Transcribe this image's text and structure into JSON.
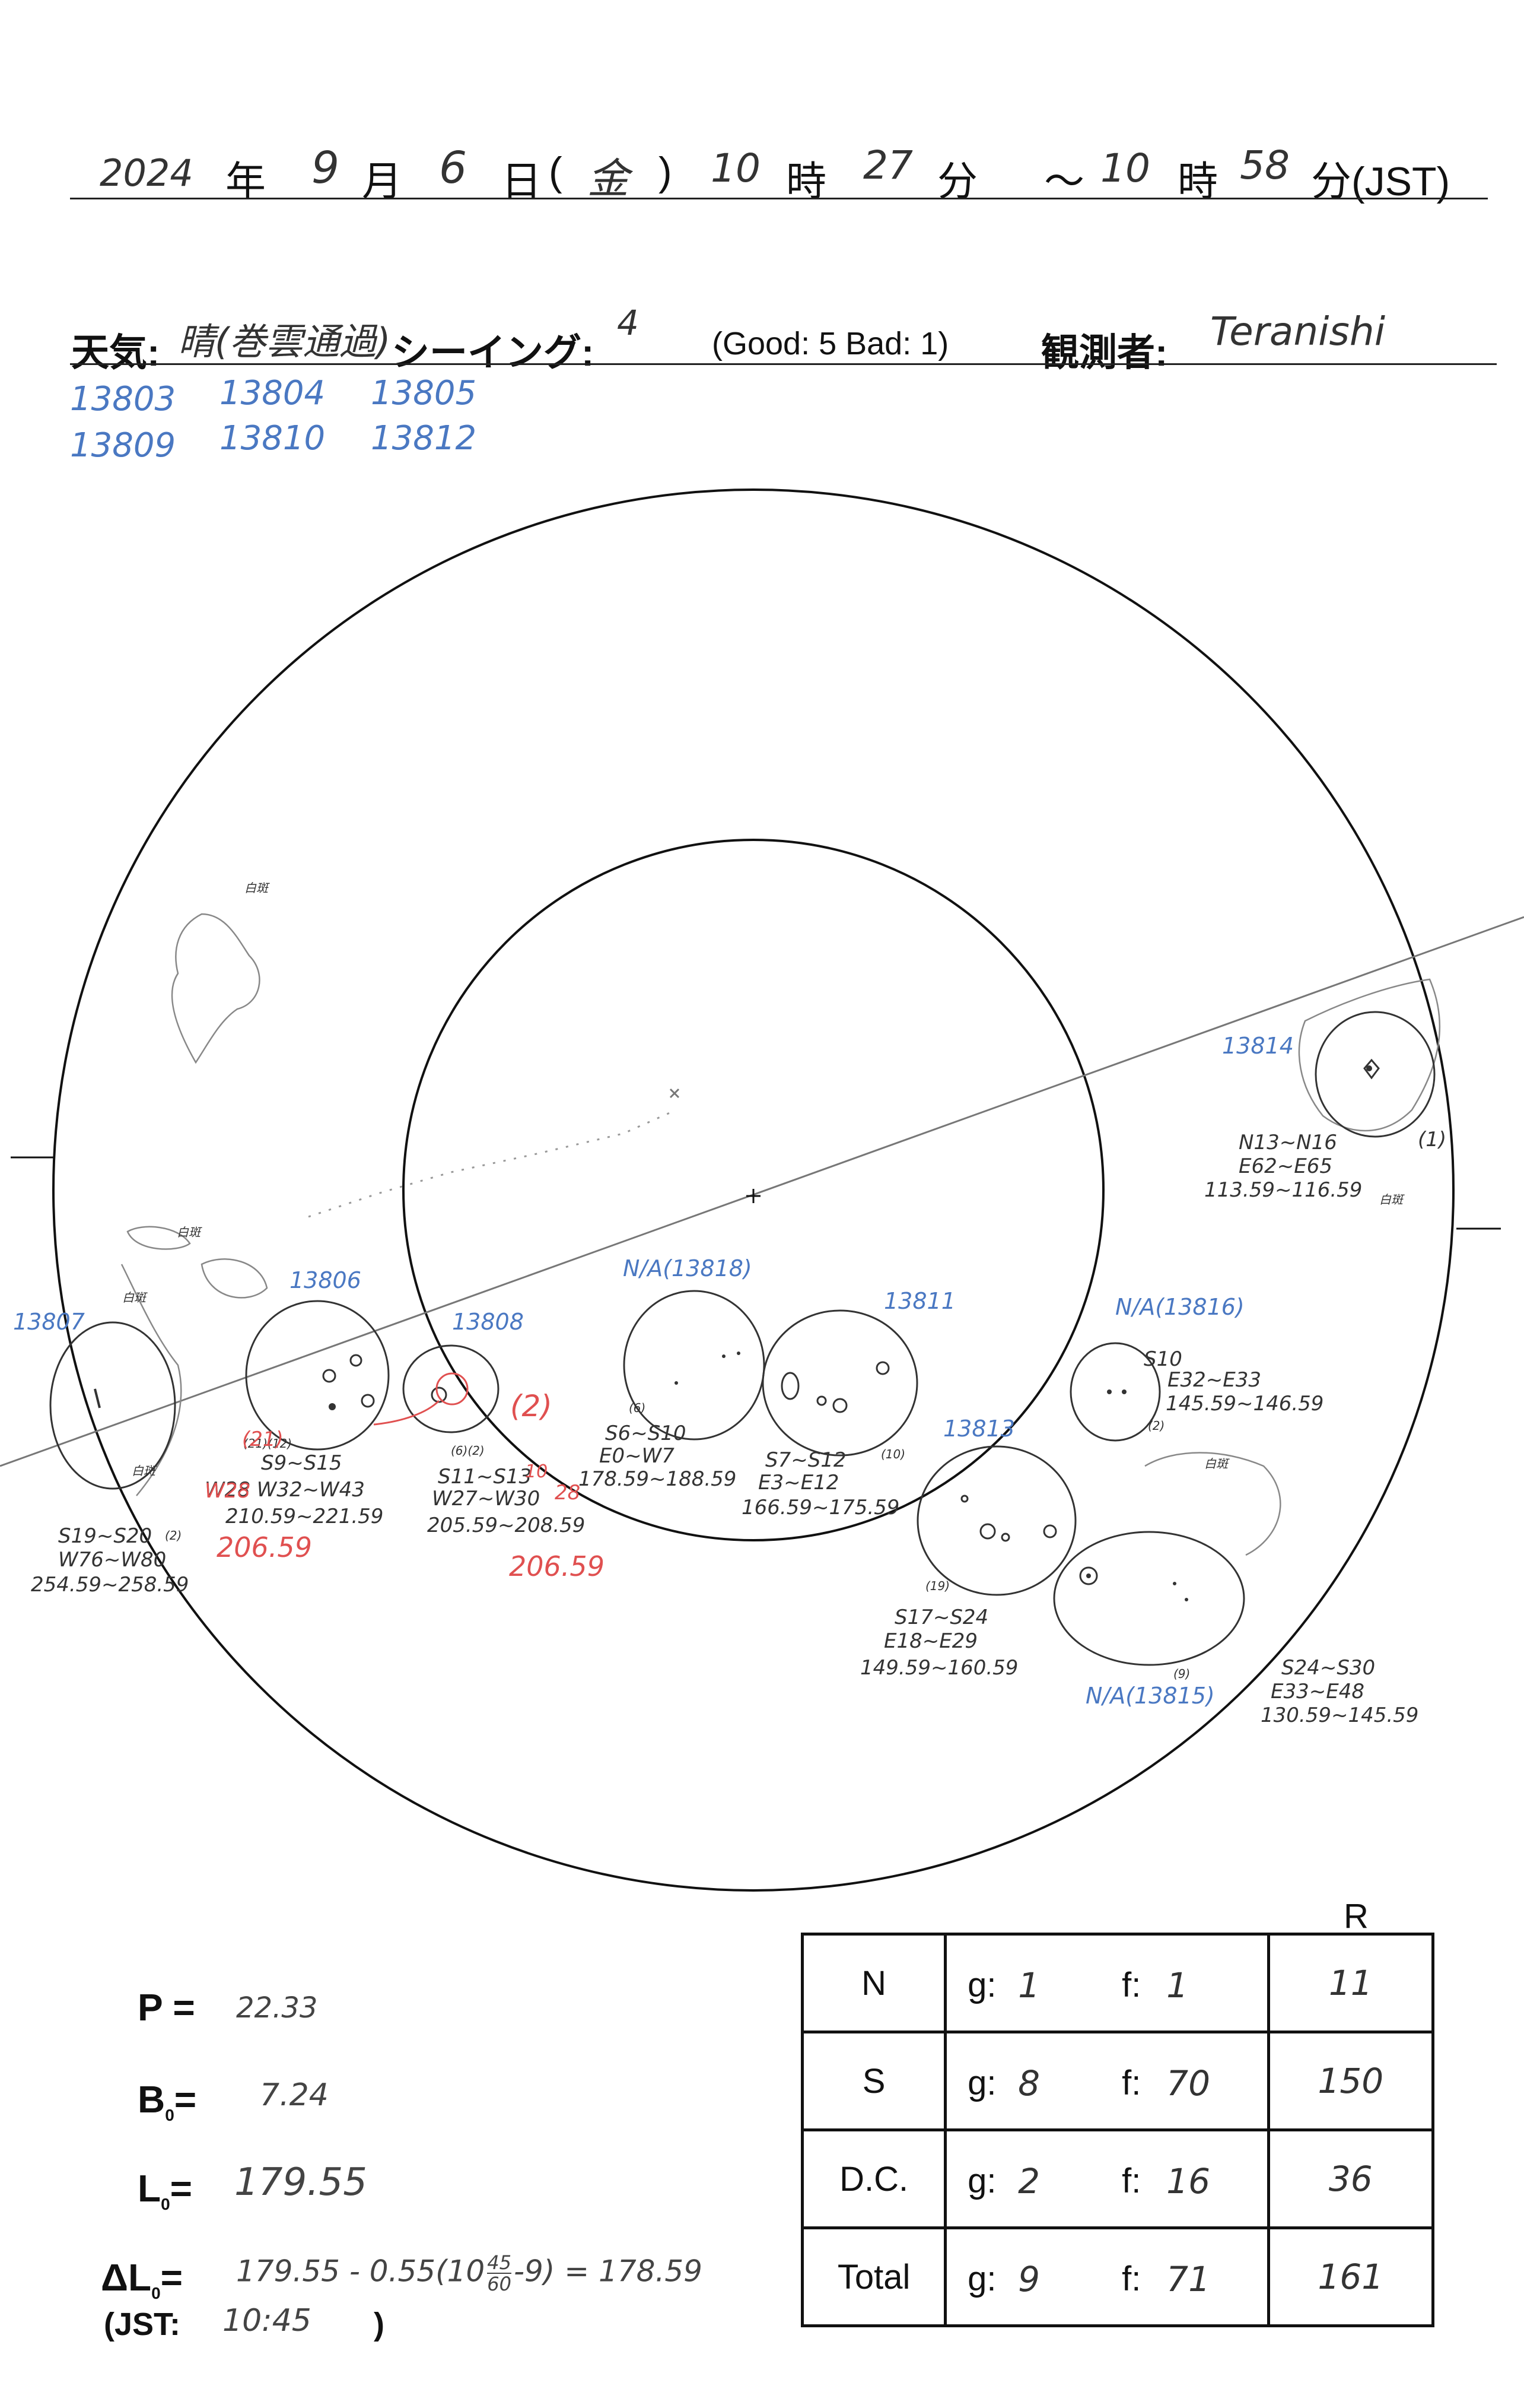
{
  "header": {
    "year": "2024",
    "year_unit": "年",
    "month": "9",
    "month_unit": "月",
    "day": "6",
    "day_unit": "日",
    "weekday_open": "(",
    "weekday": "金",
    "weekday_close": ")",
    "start_hour": "10",
    "hour_unit": "時",
    "start_min": "27",
    "min_unit": "分",
    "tilde": "～",
    "end_hour": "10",
    "hour_unit2": "時",
    "end_min": "58",
    "min_unit_tz": "分(JST)"
  },
  "weather_row": {
    "weather_label": "天気:",
    "weather_value": "晴(巻雲通過)",
    "seeing_label": "シーイング:",
    "seeing_value": "4",
    "seeing_scale": "(Good: 5  Bad: 1)",
    "observer_label": "観測者:",
    "observer_value": "Teranishi"
  },
  "region_list": [
    "13803",
    "13804",
    "13805",
    "13809",
    "13810",
    "13812"
  ],
  "faculae_label": "白斑",
  "regions": [
    {
      "id": "13814",
      "lat": "N13~N16",
      "lon": "E62~E65",
      "cml": "113.59~116.59",
      "count": "(1)"
    },
    {
      "id": "N/A(13816)",
      "lat": "S10",
      "lon": "E32~E33",
      "cml": "145.59~146.59",
      "count": "(2)"
    },
    {
      "id": "N/A(13818)",
      "lat": "S6~S10",
      "lon": "E0~W7",
      "cml": "178.59~188.59",
      "count": "(6)"
    },
    {
      "id": "13811",
      "lat": "S7~S12",
      "lon": "E3~E12",
      "cml": "166.59~175.59",
      "count": "(10)"
    },
    {
      "id": "13813",
      "lat": "S17~S24",
      "lon": "E18~E29",
      "cml": "149.59~160.59",
      "count": "(19)"
    },
    {
      "id": "N/A(13815)",
      "lat": "S24~S30",
      "lon": "E33~E48",
      "cml": "130.59~145.59",
      "count": "(9)"
    },
    {
      "id": "13806",
      "lat": "S9~S15",
      "lon_struck": "W32",
      "lon": "W28 W32~W43",
      "cml_struck": "210.59",
      "cml": "210.59~221.59",
      "count": "(21)(12)"
    },
    {
      "id": "13808",
      "lat": "S11~S13",
      "lon": "W27~W30",
      "cml": "205.59~208.59",
      "count": "(6)(2)"
    },
    {
      "id": "13807",
      "lat": "S19~S20",
      "lon": "W76~W80",
      "cml": "254.59~258.59",
      "count": "(2)"
    }
  ],
  "red_notes": {
    "r1": "(21)",
    "r2": "W28",
    "r3": "206.59",
    "r4": "(2)",
    "r5": "28",
    "r6": "206.59",
    "r7": "10"
  },
  "params": {
    "p_label": "P =",
    "p_value": "22.33",
    "b0_label": "B",
    "b0_sub": "0",
    "b0_eq": "=",
    "b0_value": "7.24",
    "l0_label": "L",
    "l0_sub": "0",
    "l0_eq": "=",
    "l0_value": "179.55",
    "dl0_label": "ΔL",
    "dl0_sub": "0",
    "dl0_eq": "=",
    "dl0_expr_a": "179.55 - 0.55(10",
    "dl0_frac_num": "45",
    "dl0_frac_den": "60",
    "dl0_expr_b": "-9) = 178.59",
    "jst_label": "(JST:",
    "jst_value": "10:45",
    "jst_close": ")"
  },
  "table": {
    "r_header": "R",
    "g_label": "g:",
    "f_label": "f:",
    "rows": [
      {
        "label": "N",
        "g": "1",
        "f": "1",
        "r": "11"
      },
      {
        "label": "S",
        "g": "8",
        "f": "70",
        "r": "150"
      },
      {
        "label": "D.C.",
        "g": "2",
        "f": "16",
        "r": "36"
      },
      {
        "label": "Total",
        "g": "9",
        "f": "71",
        "r": "161"
      }
    ]
  }
}
